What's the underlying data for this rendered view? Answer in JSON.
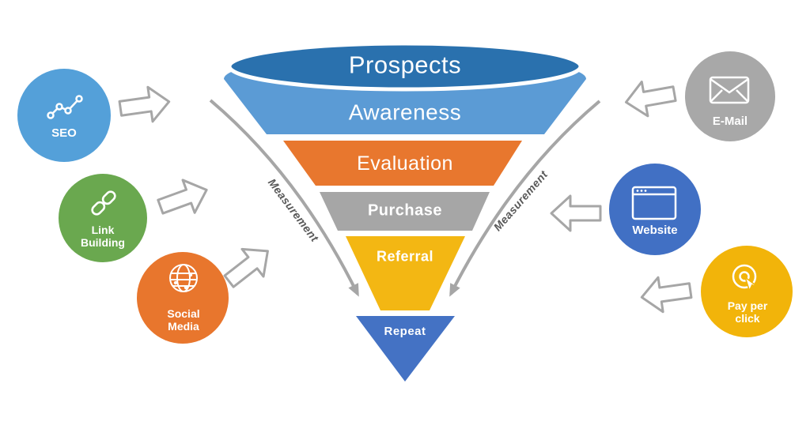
{
  "funnel": {
    "stages": [
      {
        "label": "Prospects",
        "color": "#2a71ae"
      },
      {
        "label": "Awareness",
        "color": "#5b9bd5"
      },
      {
        "label": "Evaluation",
        "color": "#e8772e"
      },
      {
        "label": "Purchase",
        "color": "#a6a6a6"
      },
      {
        "label": "Referral",
        "color": "#f3b713"
      },
      {
        "label": "Repeat",
        "color": "#4472c4"
      }
    ]
  },
  "measurement_labels": {
    "left": "Measurement",
    "right": "Measurement"
  },
  "channels": {
    "left": [
      {
        "label": "SEO",
        "color": "#54a0d9",
        "icon": "seo-analytics-icon"
      },
      {
        "label": "Link Building",
        "color": "#6aa84f",
        "icon": "link-icon"
      },
      {
        "label": "Social Media",
        "color": "#e8762d",
        "icon": "globe-icon"
      }
    ],
    "right": [
      {
        "label": "E-Mail",
        "color": "#a8a8a8",
        "icon": "envelope-icon"
      },
      {
        "label": "Website",
        "color": "#4170c4",
        "icon": "browser-icon"
      },
      {
        "label": "Pay per click",
        "color": "#f2b40a",
        "icon": "cursor-click-icon"
      }
    ]
  },
  "colors": {
    "block_arrow_outline": "#a6a6a6",
    "measurement_arrow": "#a6a6a6",
    "measurement_text": "#595959"
  }
}
